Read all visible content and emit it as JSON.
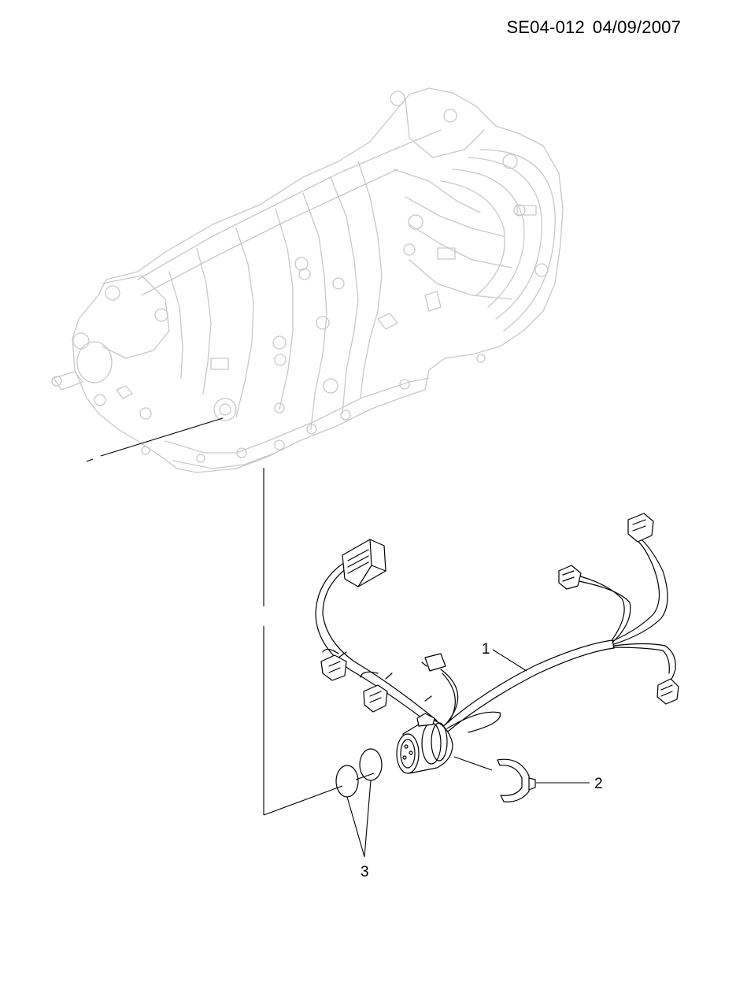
{
  "header": {
    "code": "SE04-012",
    "date": "04/09/2007"
  },
  "callouts": {
    "c1": "1",
    "c2": "2",
    "c3": "3"
  }
}
